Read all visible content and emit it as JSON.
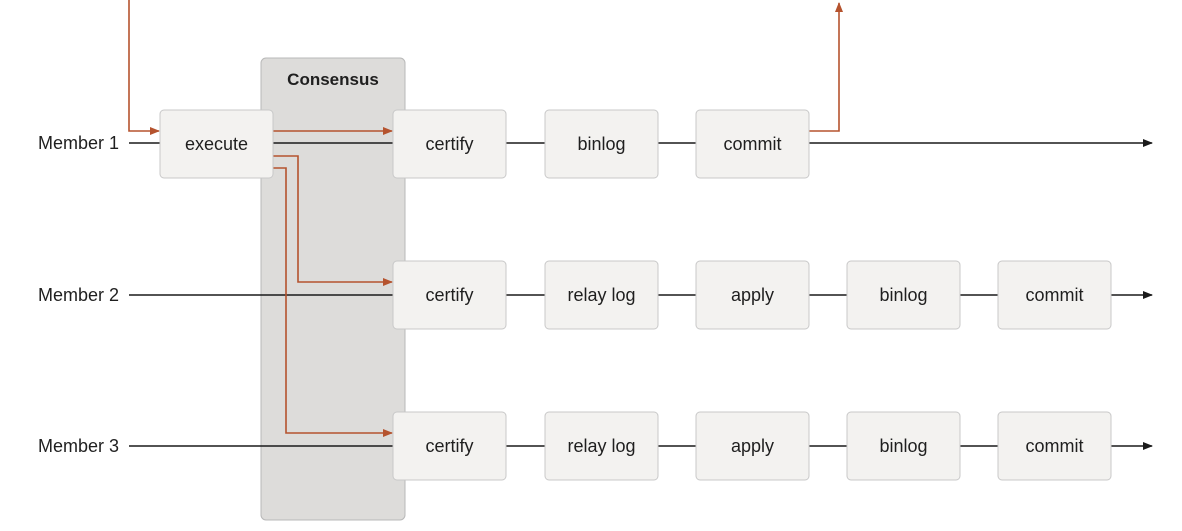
{
  "colors": {
    "timeline": "#1a1a1a",
    "message_flow": "#b5532e",
    "box_fill": "#f3f2f0",
    "box_stroke": "#c8c8c8",
    "consensus_fill": "#dddcda",
    "consensus_stroke": "#b8b8b8"
  },
  "consensus": {
    "label": "Consensus"
  },
  "members": [
    {
      "label": "Member 1",
      "steps": [
        "execute",
        "certify",
        "binlog",
        "commit"
      ]
    },
    {
      "label": "Member 2",
      "steps": [
        "certify",
        "relay log",
        "apply",
        "binlog",
        "commit"
      ]
    },
    {
      "label": "Member 3",
      "steps": [
        "certify",
        "relay log",
        "apply",
        "binlog",
        "commit"
      ]
    }
  ]
}
